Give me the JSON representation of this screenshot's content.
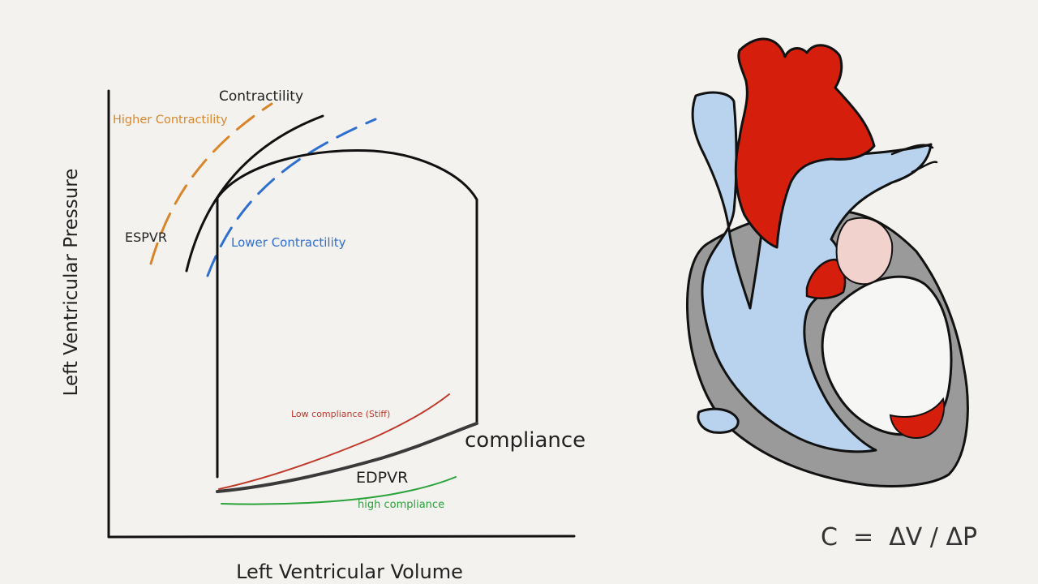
{
  "diagram": {
    "y_axis_label": "Left Ventricular Pressure",
    "x_axis_label": "Left Ventricular Volume",
    "curves": {
      "contractility": "Contractility",
      "higher_contractility": "Higher Contractility",
      "lower_contractility": "Lower Contractility",
      "espvr": "ESPVR",
      "edpvr": "EDPVR",
      "compliance": "compliance",
      "low_compliance": "Low compliance (Stiff)",
      "high_compliance": "high compliance"
    },
    "formula": "C  =  ΔV / ΔP"
  },
  "colors": {
    "background": "#f3f2ef",
    "ink": "#111111",
    "higher_contractility": "#d9862a",
    "lower_contractility": "#2f6fd0",
    "low_compliance": "#c0392b",
    "high_compliance": "#2aa23a",
    "edpvr": "#3a3a3a",
    "heart_red": "#d61e0c",
    "heart_blue": "#b9d3ee",
    "heart_gray": "#9a9a9a",
    "heart_pink": "#f1d2cd"
  }
}
